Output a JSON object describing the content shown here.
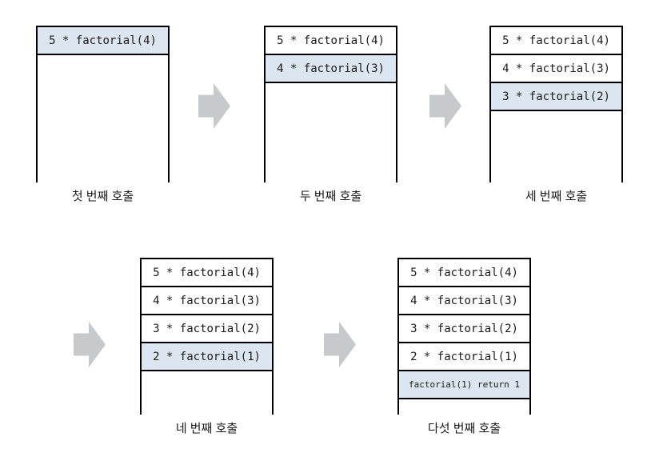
{
  "diagram": {
    "colors": {
      "background": "#ffffff",
      "highlight": "#dce6f1",
      "frame_border": "#000000",
      "arrow_fill": "#c7c9cb",
      "text": "#1a1a1a"
    },
    "arrow_icon": "right-block-arrow",
    "stacks": [
      {
        "label": "첫 번째 호출",
        "frames": [
          {
            "text": "5 * factorial(4)",
            "highlighted": true,
            "small": false
          }
        ]
      },
      {
        "label": "두 번째 호출",
        "frames": [
          {
            "text": "5 * factorial(4)",
            "highlighted": false,
            "small": false
          },
          {
            "text": "4 * factorial(3)",
            "highlighted": true,
            "small": false
          }
        ]
      },
      {
        "label": "세 번째 호출",
        "frames": [
          {
            "text": "5 * factorial(4)",
            "highlighted": false,
            "small": false
          },
          {
            "text": "4 * factorial(3)",
            "highlighted": false,
            "small": false
          },
          {
            "text": "3 * factorial(2)",
            "highlighted": true,
            "small": false
          }
        ]
      },
      {
        "label": "네 번째 호출",
        "frames": [
          {
            "text": "5 * factorial(4)",
            "highlighted": false,
            "small": false
          },
          {
            "text": "4 * factorial(3)",
            "highlighted": false,
            "small": false
          },
          {
            "text": "3 * factorial(2)",
            "highlighted": false,
            "small": false
          },
          {
            "text": "2 * factorial(1)",
            "highlighted": true,
            "small": false
          }
        ]
      },
      {
        "label": "다섯 번째 호출",
        "frames": [
          {
            "text": "5 * factorial(4)",
            "highlighted": false,
            "small": false
          },
          {
            "text": "4 * factorial(3)",
            "highlighted": false,
            "small": false
          },
          {
            "text": "3 * factorial(2)",
            "highlighted": false,
            "small": false
          },
          {
            "text": "2 * factorial(1)",
            "highlighted": false,
            "small": false
          },
          {
            "text": "factorial(1) return 1",
            "highlighted": true,
            "small": true
          }
        ]
      }
    ]
  }
}
